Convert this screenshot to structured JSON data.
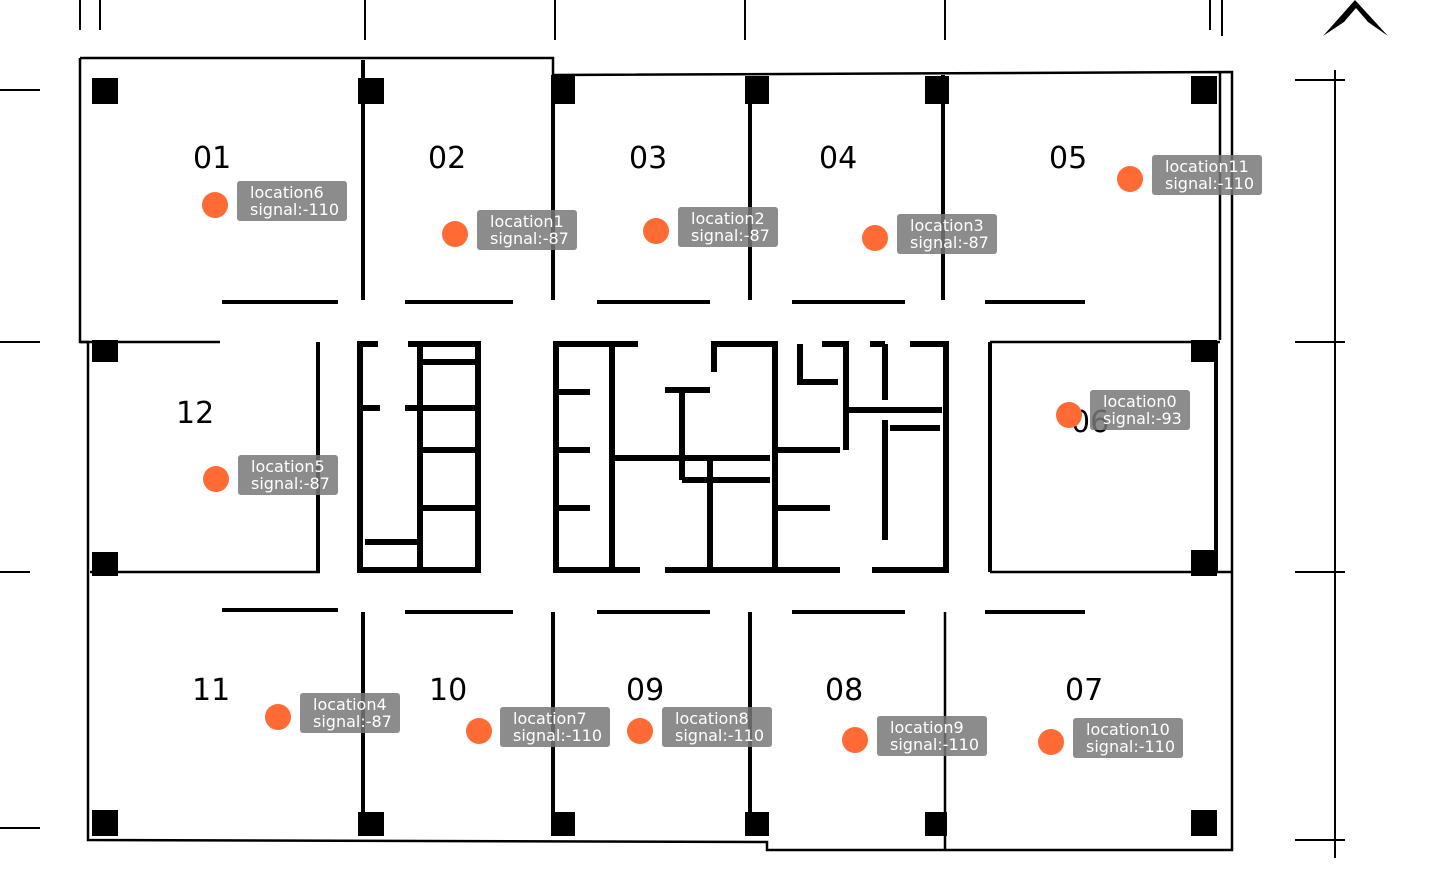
{
  "map": {
    "compass_icon": "north-arrow-icon",
    "rooms": [
      "01",
      "02",
      "03",
      "04",
      "05",
      "06",
      "07",
      "08",
      "09",
      "10",
      "11",
      "12"
    ],
    "signal_prefix": "signal:",
    "marker_color": "#ff6a35",
    "tag_color": "#787878",
    "locations": [
      {
        "name": "location0",
        "signal": "-93"
      },
      {
        "name": "location1",
        "signal": "-87"
      },
      {
        "name": "location2",
        "signal": "-87"
      },
      {
        "name": "location3",
        "signal": "-87"
      },
      {
        "name": "location4",
        "signal": "-87"
      },
      {
        "name": "location5",
        "signal": "-87"
      },
      {
        "name": "location6",
        "signal": "-110"
      },
      {
        "name": "location7",
        "signal": "-110"
      },
      {
        "name": "location8",
        "signal": "-110"
      },
      {
        "name": "location9",
        "signal": "-110"
      },
      {
        "name": "location10",
        "signal": "-110"
      },
      {
        "name": "location11",
        "signal": "-110"
      }
    ]
  }
}
